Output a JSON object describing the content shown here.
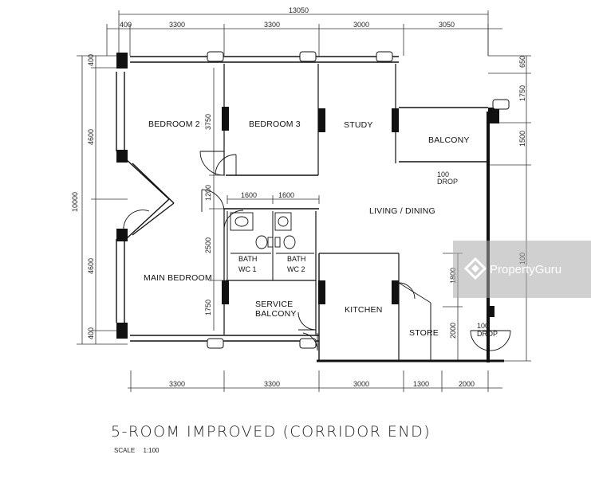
{
  "dimensions": {
    "overall_top": "13050",
    "top": [
      "400",
      "3300",
      "3300",
      "3000",
      "3050"
    ],
    "bottom": [
      "3300",
      "3300",
      "3000",
      "1300",
      "2000"
    ],
    "left_overall": "10000",
    "left_outer": [
      "400",
      "4600",
      "4600",
      "400"
    ],
    "left_inner": [
      "3750",
      "1200",
      "2500",
      "1750"
    ],
    "right": [
      "650",
      "1750",
      "1500",
      "100",
      "1800",
      "2000"
    ],
    "interior": [
      "1600",
      "1600"
    ]
  },
  "rooms": {
    "bedroom2": "BEDROOM 2",
    "bedroom3": "BEDROOM 3",
    "study": "STUDY",
    "balcony": "BALCONY",
    "living_dining": "LIVING / DINING",
    "main_bedroom": "MAIN BEDROOM",
    "bath1_line1": "BATH",
    "bath1_line2": "WC 1",
    "bath2_line1": "BATH",
    "bath2_line2": "WC 2",
    "service_balcony_line1": "SERVICE",
    "service_balcony_line2": "BALCONY",
    "kitchen": "KITCHEN",
    "store": "STORE"
  },
  "drops": [
    {
      "value": "100",
      "label": "DROP"
    },
    {
      "value": "100",
      "label": "DROP"
    }
  ],
  "title": "5-ROOM IMPROVED (CORRIDOR END)",
  "scale_label": "SCALE",
  "scale_value": "1:100",
  "watermark": "PropertyGuru"
}
